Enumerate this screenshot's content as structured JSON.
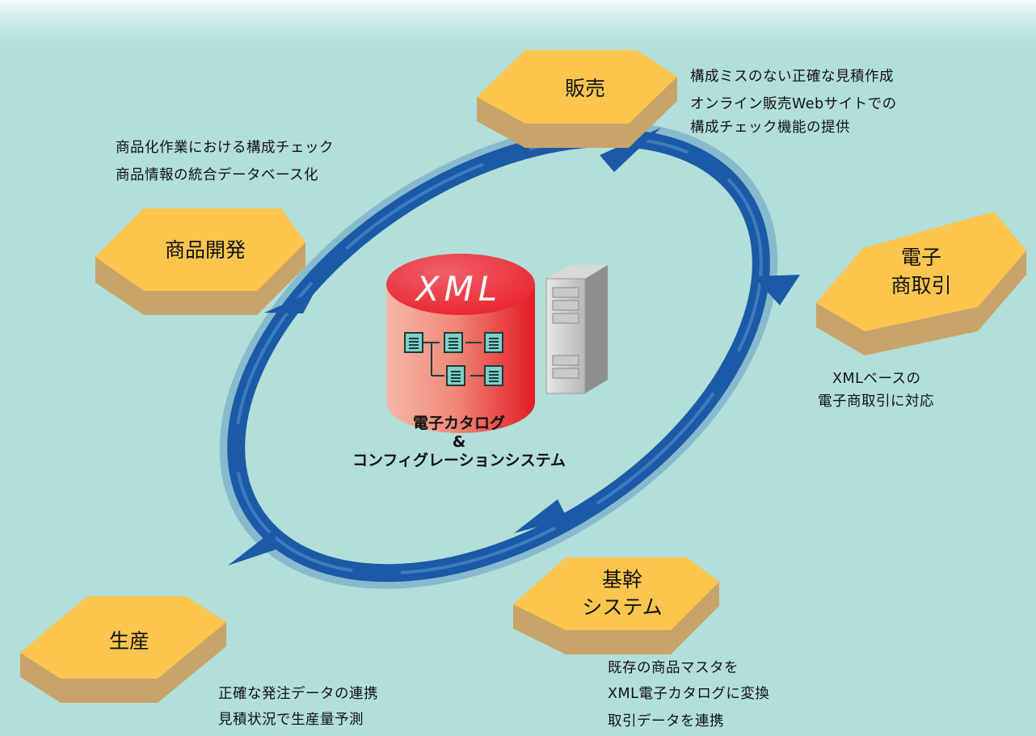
{
  "colors": {
    "background": "#b3dfda",
    "hexagon_top": "#fcc64e",
    "hexagon_side": "#c8a46a",
    "arrow": "#1a5aa6",
    "cylinder": "#e8202a",
    "doc_icon": "#7fcfc7",
    "server": "#bcbcbc"
  },
  "center": {
    "cylinder_label": "XML",
    "caption_line1": "電子カタログ",
    "caption_line2": "&",
    "caption_line3": "コンフィグレーションシステム"
  },
  "nodes": {
    "sales": {
      "label": "販売"
    },
    "product_dev": {
      "label": "商品開発"
    },
    "ecommerce": {
      "line1": "電子",
      "line2": "商取引"
    },
    "core": {
      "line1": "基幹",
      "line2": "システム"
    },
    "production": {
      "label": "生産"
    }
  },
  "descriptions": {
    "sales": [
      "構成ミスのない正確な見積作成",
      "オンライン販売Webサイトでの",
      "構成チェック機能の提供"
    ],
    "product_dev": [
      "商品化作業における構成チェック",
      "商品情報の統合データベース化"
    ],
    "ecommerce": [
      "XMLベースの",
      "電子商取引に対応"
    ],
    "core": [
      "既存の商品マスタを",
      "XML電子カタログに変換",
      "取引データを連携"
    ],
    "production": [
      "正確な発注データの連携",
      "見積状況で生産量予測"
    ]
  }
}
